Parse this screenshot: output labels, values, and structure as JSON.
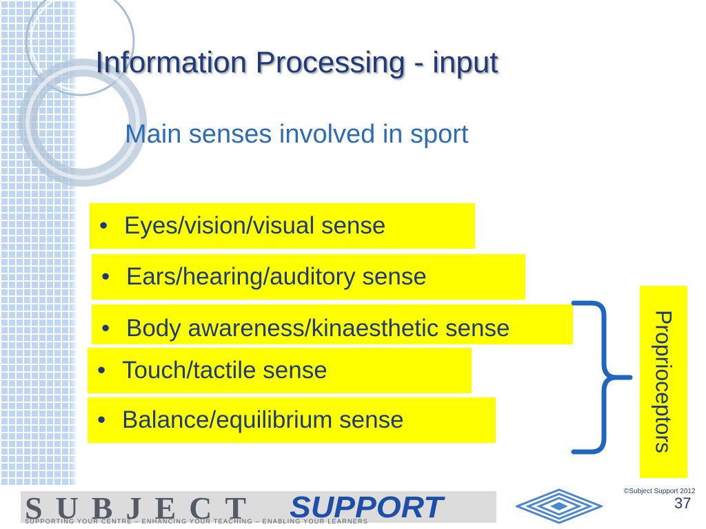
{
  "slide": {
    "title": "Information Processing - input",
    "subtitle": "Main senses involved in sport",
    "bullet_char": "•",
    "bullets": [
      "Eyes/vision/visual sense",
      "Ears/hearing/auditory sense",
      "Body awareness/kinaesthetic sense",
      "Touch/tactile sense",
      "Balance/equilibrium sense"
    ],
    "bracket_label": "Proprioceptors",
    "highlight_color": "#ffff00",
    "text_color": "#1f3a7a",
    "accent_color": "#2b6cb8"
  },
  "footer": {
    "logo_subject": "SUBJECT",
    "logo_support": "SUPPORT",
    "tagline": "SUPPORTING YOUR CENTRE – ENHANCING YOUR TEACHING – ENABLING YOUR LEARNERS",
    "copyright": "©Subject Support 2012",
    "page_number": "37"
  }
}
